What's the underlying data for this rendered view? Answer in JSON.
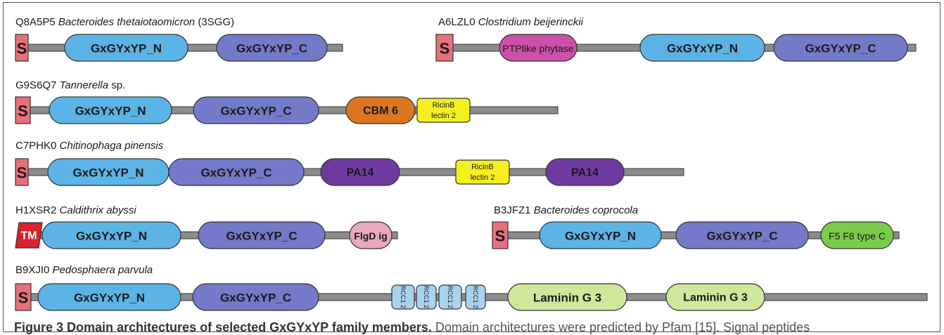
{
  "figure": {
    "caption_bold": "Figure 3 Domain architectures of selected GxGYxYP family members.",
    "caption_rest": " Domain architectures were predicted by Pfam [15]. Signal peptides"
  },
  "colors": {
    "backbone": "#8c8c8c",
    "signal": "#e8707a",
    "gxgyxyp_n": "#5bb4e5",
    "gxgyxyp_c": "#7479c9",
    "ptplike": "#cc4fa8",
    "cbm6": "#dd7620",
    "ricinb": "#f4f01f",
    "pa14": "#6e3aa0",
    "tm": "#d9232e",
    "flgd": "#e8a8c0",
    "f5f8": "#7acb4a",
    "rcc1": "#a9d2ef",
    "laminin": "#cfe79a"
  },
  "proteins": [
    {
      "accession": "Q8A5P5",
      "organism": "Bacteroides thetaiotaomicron",
      "suffix": "(3SGG)",
      "domains": [
        {
          "type": "signal",
          "label": "S"
        },
        {
          "type": "gxgyxyp_n",
          "label": "GxGYxYP_N"
        },
        {
          "type": "gxgyxyp_c",
          "label": "GxGYxYP_C"
        }
      ]
    },
    {
      "accession": "A6LZL0",
      "organism": "Clostridium beijerinckii",
      "suffix": "",
      "domains": [
        {
          "type": "signal",
          "label": "S"
        },
        {
          "type": "ptplike",
          "label": "PTPlike phytase"
        },
        {
          "type": "gxgyxyp_n",
          "label": "GxGYxYP_N"
        },
        {
          "type": "gxgyxyp_c",
          "label": "GxGYxYP_C"
        }
      ]
    },
    {
      "accession": "G9S6Q7",
      "organism": "Tannerella",
      "suffix": "sp.",
      "domains": [
        {
          "type": "signal",
          "label": "S"
        },
        {
          "type": "gxgyxyp_n",
          "label": "GxGYxYP_N"
        },
        {
          "type": "gxgyxyp_c",
          "label": "GxGYxYP_C"
        },
        {
          "type": "cbm6",
          "label": "CBM 6"
        },
        {
          "type": "ricinb",
          "label": "RicinB lectin 2"
        }
      ]
    },
    {
      "accession": "C7PHK0",
      "organism": "Chitinophaga pinensis",
      "suffix": "",
      "domains": [
        {
          "type": "signal",
          "label": "S"
        },
        {
          "type": "gxgyxyp_n",
          "label": "GxGYxYP_N"
        },
        {
          "type": "gxgyxyp_c",
          "label": "GxGYxYP_C"
        },
        {
          "type": "pa14",
          "label": "PA14"
        },
        {
          "type": "ricinb",
          "label": "RicinB lectin 2"
        },
        {
          "type": "pa14",
          "label": "PA14"
        }
      ]
    },
    {
      "accession": "H1XSR2",
      "organism": "Caldithrix abyssi",
      "suffix": "",
      "domains": [
        {
          "type": "tm",
          "label": "TM"
        },
        {
          "type": "gxgyxyp_n",
          "label": "GxGYxYP_N"
        },
        {
          "type": "gxgyxyp_c",
          "label": "GxGYxYP_C"
        },
        {
          "type": "flgd",
          "label": "FlgD ig"
        }
      ]
    },
    {
      "accession": "B3JFZ1",
      "organism": "Bacteroides coprocola",
      "suffix": "",
      "domains": [
        {
          "type": "signal",
          "label": "S"
        },
        {
          "type": "gxgyxyp_n",
          "label": "GxGYxYP_N"
        },
        {
          "type": "gxgyxyp_c",
          "label": "GxGYxYP_C"
        },
        {
          "type": "f5f8",
          "label": "F5 F8 type C"
        }
      ]
    },
    {
      "accession": "B9XJI0",
      "organism": "Pedosphaera parvula",
      "suffix": "",
      "domains": [
        {
          "type": "signal",
          "label": "S"
        },
        {
          "type": "gxgyxyp_n",
          "label": "GxGYxYP_N"
        },
        {
          "type": "gxgyxyp_c",
          "label": "GxGYxYP_C"
        },
        {
          "type": "rcc1",
          "label": "RCC1 2"
        },
        {
          "type": "rcc1",
          "label": "RCC1 2"
        },
        {
          "type": "rcc1",
          "label": "RCC1 2"
        },
        {
          "type": "rcc1",
          "label": "RCC1 2"
        },
        {
          "type": "laminin",
          "label": "Laminin G 3"
        },
        {
          "type": "laminin",
          "label": "Laminin G 3"
        }
      ]
    }
  ]
}
